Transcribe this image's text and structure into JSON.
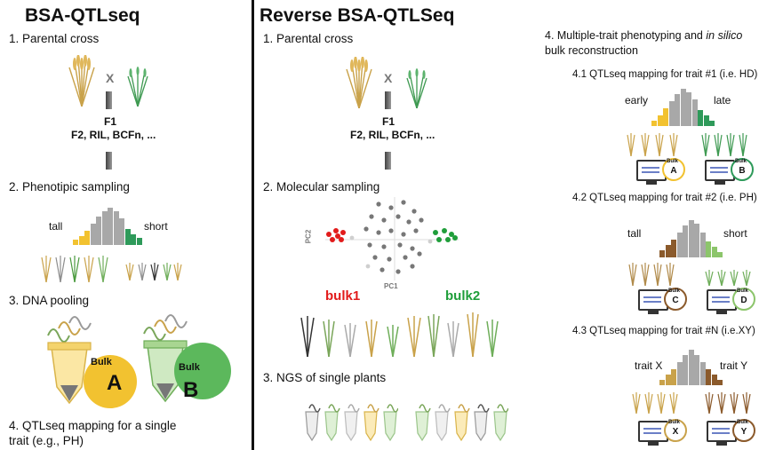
{
  "left": {
    "title": "BSA-QTLseq",
    "step1": "1. Parental  cross",
    "cross_x": "X",
    "f1": "F1",
    "pops": "F2, RIL, BCFn, ...",
    "step2": "2. Phenotipic sampling",
    "tall": "tall",
    "short": "short",
    "step3": "3. DNA pooling",
    "bulk_word": "Bulk",
    "bulk_a": "A",
    "bulk_b": "B",
    "step4_line1": "4. QTLseq mapping for a single",
    "step4_line2": "trait (e.g., PH)"
  },
  "middle": {
    "title": "Reverse BSA-QTLSeq",
    "step1": "1. Parental   cross",
    "cross_x": "X",
    "f1": "F1",
    "pops": "F2, RIL, BCFn, ...",
    "step2": "2. Molecular sampling",
    "pc1": "PC1",
    "pc2": "PC2",
    "bulk1": "bulk1",
    "bulk2": "bulk2",
    "step3": "3. NGS of single plants"
  },
  "right": {
    "step4_line1_a": "4. Multiple-trait phenotyping and ",
    "step4_line1_b": "in silico",
    "step4_line2": "bulk reconstruction",
    "s41": "4.1 QTLseq mapping for trait #1 (i.e. HD)",
    "early": "early",
    "late": "late",
    "s42": "4.2 QTLseq mapping for trait #2 (i.e. PH)",
    "tall": "tall",
    "short": "short",
    "s43": "4.3 QTLseq mapping for trait #N (i.e.XY)",
    "trait_x": "trait X",
    "trait_y": "trait Y",
    "bulk_word": "Bulk",
    "labels": [
      "A",
      "B",
      "C",
      "D",
      "X",
      "Y"
    ]
  },
  "colors": {
    "yellow": "#f2c230",
    "green": "#2e9a5a",
    "gray": "#a8a8a8",
    "brown": "#8b5a2b",
    "lightgreen": "#8cc56b",
    "red": "#e21b1b",
    "bulk2_green": "#1f9e3a"
  },
  "icons": [
    "wheat-plant-icon",
    "cross-arrow-icon",
    "histogram-icon",
    "dna-strand-icon",
    "tube-icon",
    "monitor-icon",
    "pca-scatter-icon"
  ]
}
